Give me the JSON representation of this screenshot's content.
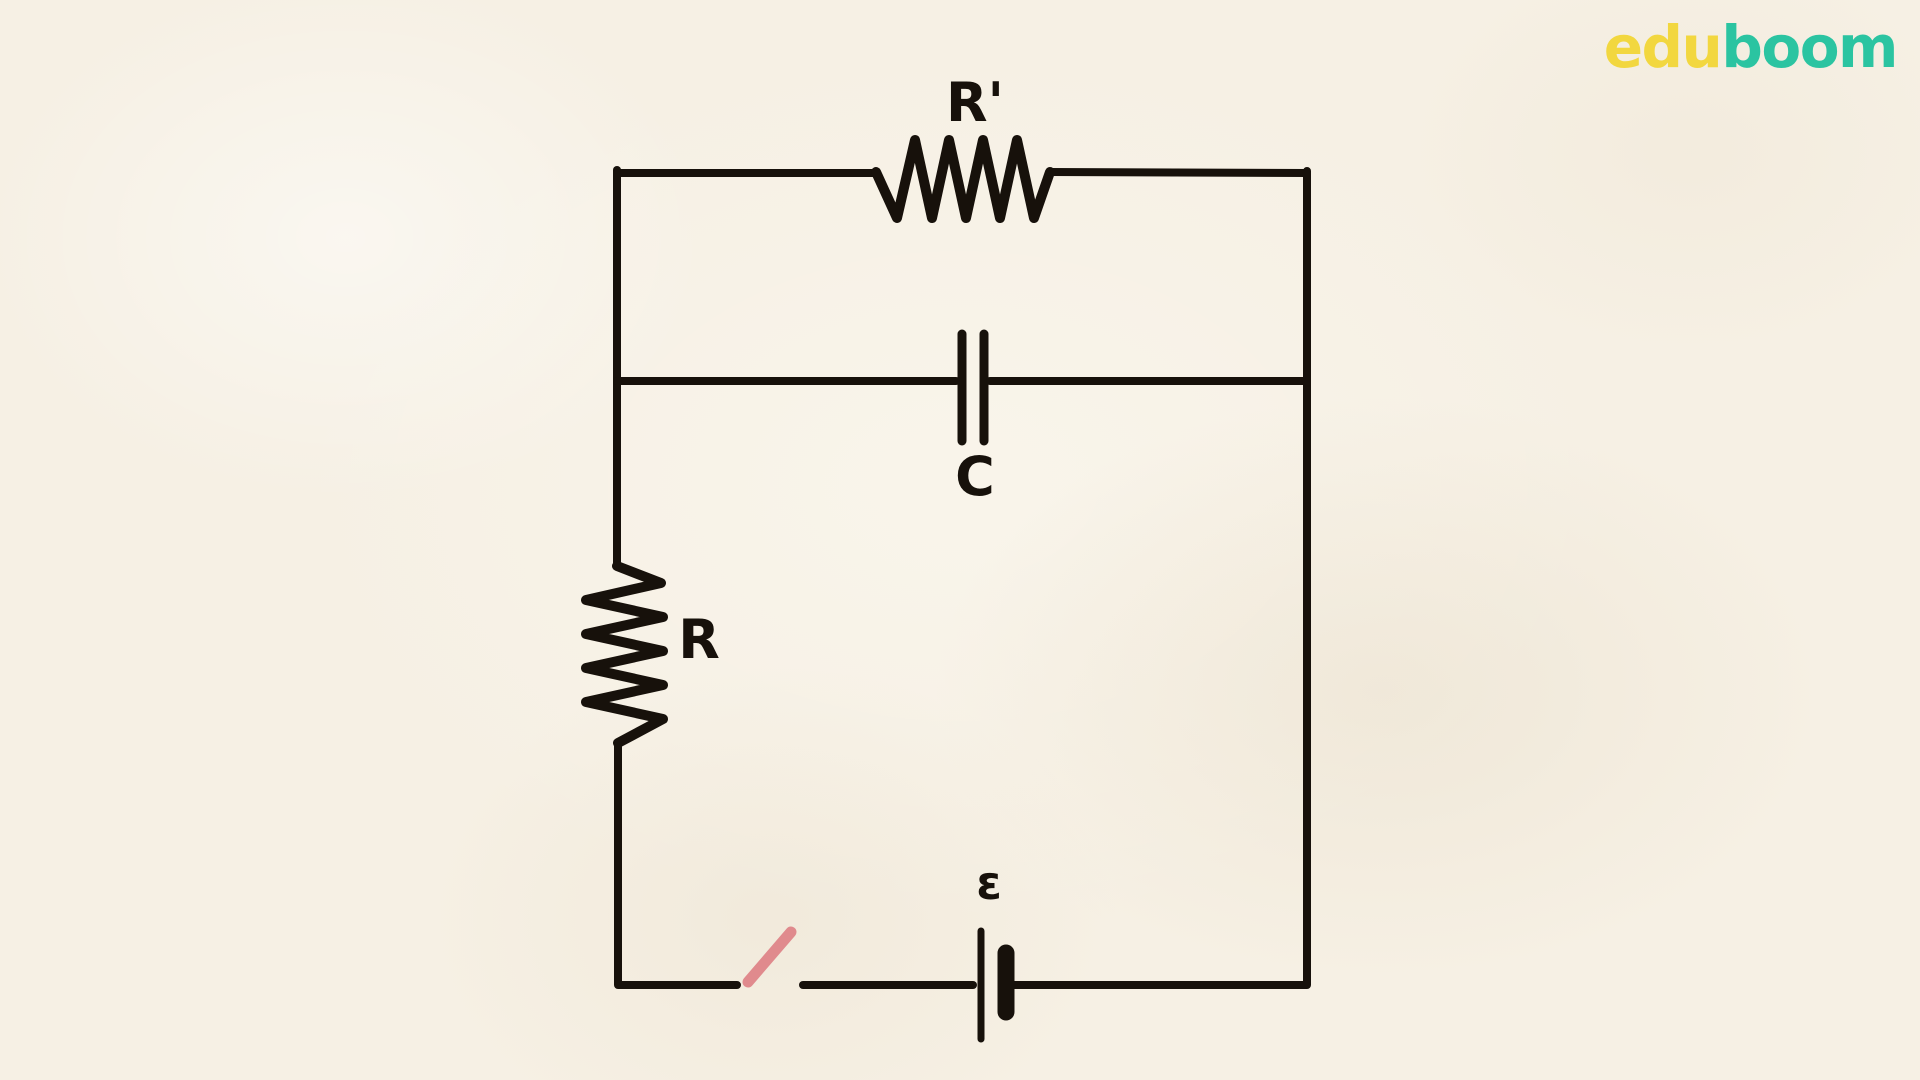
{
  "colors": {
    "background": "#f6f0e4",
    "wire": "#17110b",
    "switch_lever": "#e08a8d",
    "logo_edu": "#f2d73f",
    "logo_boom": "#2bc4a1"
  },
  "logo": {
    "part_edu": "edu",
    "part_boom": "boom"
  },
  "circuit": {
    "type": "schematic",
    "labels": {
      "top_resistor": "R'",
      "capacitor": "C",
      "left_resistor": "R",
      "emf": "ε"
    },
    "components": [
      {
        "id": "top_resistor",
        "kind": "resistor",
        "label": "R'",
        "branch": "top"
      },
      {
        "id": "capacitor",
        "kind": "capacitor",
        "label": "C",
        "branch": "middle"
      },
      {
        "id": "left_resistor",
        "kind": "resistor",
        "label": "R",
        "branch": "left"
      },
      {
        "id": "battery",
        "kind": "emf-source",
        "label": "ε",
        "branch": "bottom"
      },
      {
        "id": "switch",
        "kind": "switch",
        "state": "open",
        "branch": "bottom"
      }
    ]
  }
}
